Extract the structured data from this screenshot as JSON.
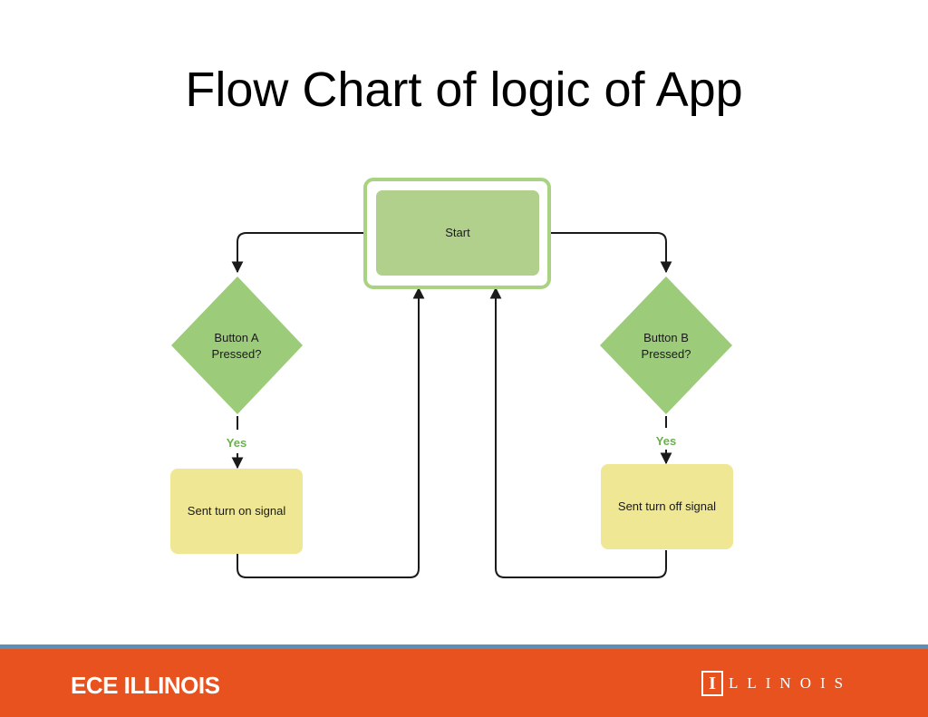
{
  "slide": {
    "title": "Flow Chart of logic of App"
  },
  "flowchart": {
    "start": {
      "label": "Start"
    },
    "decision_a": {
      "line1": "Button A",
      "line2": "Pressed?"
    },
    "decision_b": {
      "line1": "Button B",
      "line2": "Pressed?"
    },
    "edge_a_label": "Yes",
    "edge_b_label": "Yes",
    "action_a": {
      "label": "Sent turn on signal"
    },
    "action_b": {
      "label": "Sent turn off signal"
    }
  },
  "footer": {
    "left_text": "ECE ILLINOIS",
    "logo_letter": "I",
    "right_text": "LLINOIS",
    "bar_color": "#e8521f",
    "stripe_color": "#5b8fb8"
  },
  "colors": {
    "start_fill": "#b0d08b",
    "start_border": "#a9d383",
    "decision_fill": "#9ccc7a",
    "action_fill": "#efe793",
    "yes_label": "#6ab04c",
    "connector": "#1a1a1a"
  }
}
